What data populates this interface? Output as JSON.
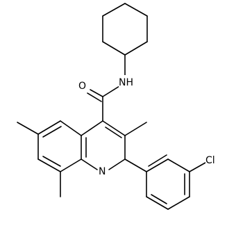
{
  "atom_labels": {
    "amide_o": "O",
    "amide_nh": "NH",
    "ring_n": "N",
    "chlorine": "Cl"
  },
  "colors": {
    "bond": "#000000",
    "background": "#ffffff"
  }
}
